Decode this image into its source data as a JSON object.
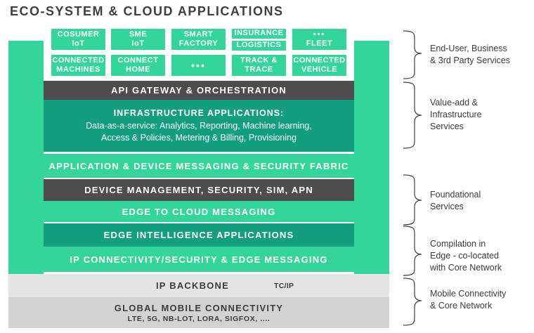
{
  "title": "ECO-SYSTEM & CLOUD APPLICATIONS",
  "tiles": {
    "r1c1": [
      "COSUMER",
      "IoT"
    ],
    "r1c2": [
      "SME",
      "IoT"
    ],
    "r1c3": [
      "SMART",
      "FACTORY"
    ],
    "r1c4a": "INSURANCE",
    "r1c4b": "LOGISTICS",
    "r1c5": [
      "•••",
      "FLEET"
    ],
    "r2c1": [
      "CONNECTED",
      "MACHINES"
    ],
    "r2c2": [
      "CONNECT",
      "HOME"
    ],
    "r2c3": "•••",
    "r2c4": [
      "TRACK &",
      "TRACE"
    ],
    "r2c5": [
      "CONNECTED",
      "VEHICLE"
    ]
  },
  "layers": {
    "api_gateway": "API GATEWAY & ORCHESTRATION",
    "infra_title": "INFRASTRUCTURE APPLICATIONS:",
    "infra_line1": "Data-as-a-service: Analytics, Reporting, Machine learning,",
    "infra_line2": "Access & Policies, Metering & Billing, Provisioning",
    "messaging_fabric": "APPLICATION & DEVICE MESSAGING & SECURITY FABRIC",
    "device_mgmt": "DEVICE MANAGEMENT, SECURITY, SIM, APN",
    "edge_cloud": "EDGE TO CLOUD MESSAGING",
    "edge_intel": "EDGE INTELLIGENCE APPLICATIONS",
    "ip_conn": "IP CONNECTIVITY/SECURITY & EDGE MESSAGING",
    "ip_backbone": "IP BACKBONE",
    "tcip": "TC/IP",
    "global_mobile": "GLOBAL MOBILE CONNECTIVITY",
    "global_mobile_sub": "LTE, 5G, NB-LOT, LORA, SIGFOX, ...."
  },
  "brackets": {
    "b1": [
      "End-User, Business",
      "& 3rd Party Services"
    ],
    "b2": [
      "Value-add &",
      "Infrastructure",
      "Services"
    ],
    "b3": [
      "Foundational",
      "Services"
    ],
    "b4": [
      "Compilation in",
      "Edge - co-located",
      "with Core Network"
    ],
    "b5": [
      "Mobile Connectivity",
      "& Core Network"
    ]
  }
}
